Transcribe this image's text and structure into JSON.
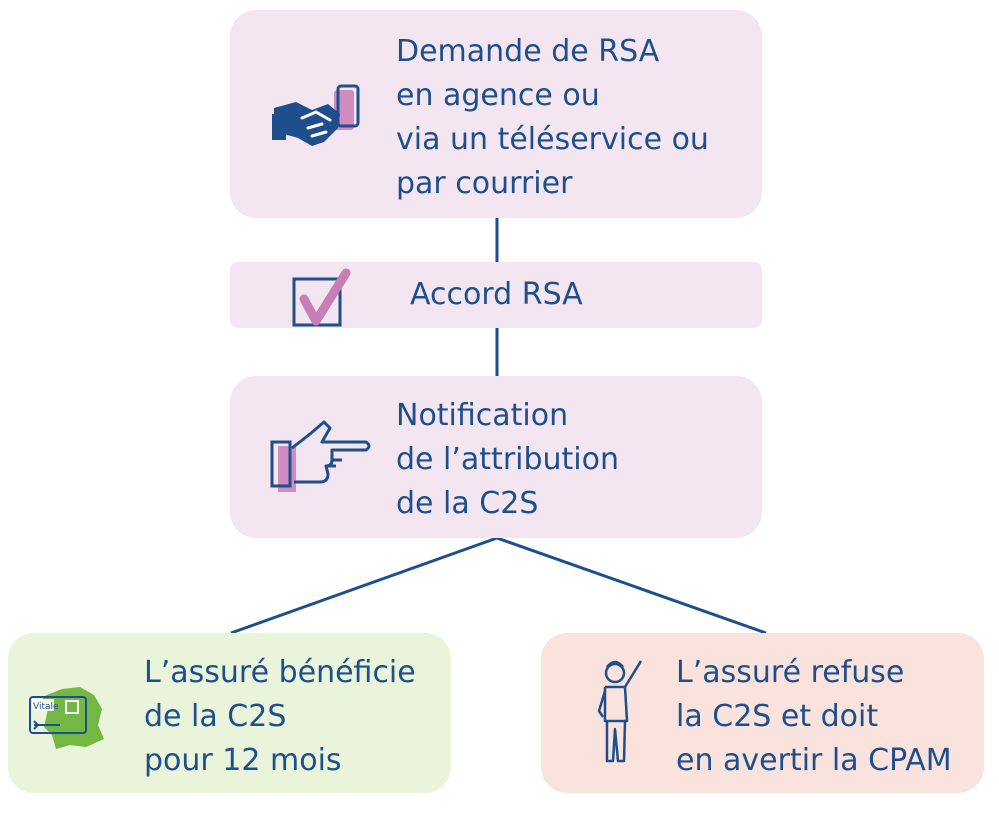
{
  "colors": {
    "text": "#1e4f8c",
    "line": "#1e4f8c",
    "pink_box": "#f3e6f1",
    "green_box": "#e9f4da",
    "salmon_box": "#fbe3dd",
    "accent_mauve": "#c77db5",
    "map_green": "#74b743"
  },
  "nodes": {
    "demande": {
      "text": "Demande de RSA\nen agence ou\nvia un téléservice ou\npar courrier",
      "icon": "handshake-icon"
    },
    "accord": {
      "text": "Accord RSA",
      "icon": "checkbox-check-icon"
    },
    "notification": {
      "text": "Notification\nde l’attribution\nde la C2S",
      "icon": "pointing-hand-icon"
    },
    "beneficie": {
      "text": "L’assuré bénéficie\nde la C2S\npour 12 mois",
      "icon": "vitale-card-icon",
      "card_label": "Vitale"
    },
    "refuse": {
      "text": "L’assuré refuse\nla C2S et doit\nen avertir la CPAM",
      "icon": "person-raising-hand-icon"
    }
  }
}
